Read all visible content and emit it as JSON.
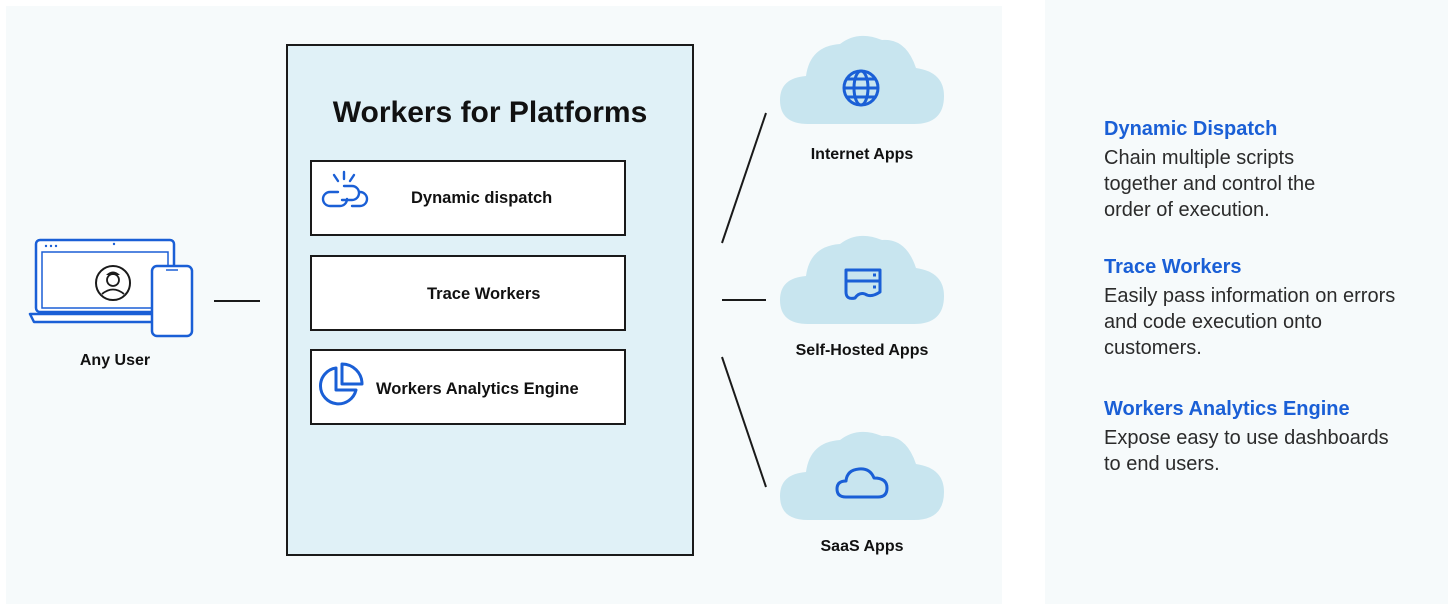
{
  "diagram": {
    "platform_title": "Workers for Platforms",
    "features": [
      {
        "label": "Dynamic dispatch",
        "icon": "broken-chain-icon"
      },
      {
        "label": "Trace Workers",
        "icon": ""
      },
      {
        "label": "Workers Analytics Engine",
        "icon": "pie-chart-icon"
      }
    ],
    "user_label": "Any User",
    "destinations": [
      {
        "label": "Internet Apps",
        "icon": "globe-icon"
      },
      {
        "label": "Self-Hosted Apps",
        "icon": "server-icon"
      },
      {
        "label": "SaaS Apps",
        "icon": "cloud-outline-icon"
      }
    ],
    "colors": {
      "accent_blue": "#1a5fd6",
      "platform_fill": "#e0f1f7",
      "cloud_fill": "#c8e5ef"
    }
  },
  "sidebar": {
    "items": [
      {
        "title": "Dynamic Dispatch",
        "description": "Chain multiple scripts together and control the order of execution."
      },
      {
        "title": "Trace Workers",
        "description": "Easily pass information on errors and code execution onto customers."
      },
      {
        "title": "Workers Analytics Engine",
        "description": "Expose easy to use dashboards to end users."
      }
    ]
  }
}
